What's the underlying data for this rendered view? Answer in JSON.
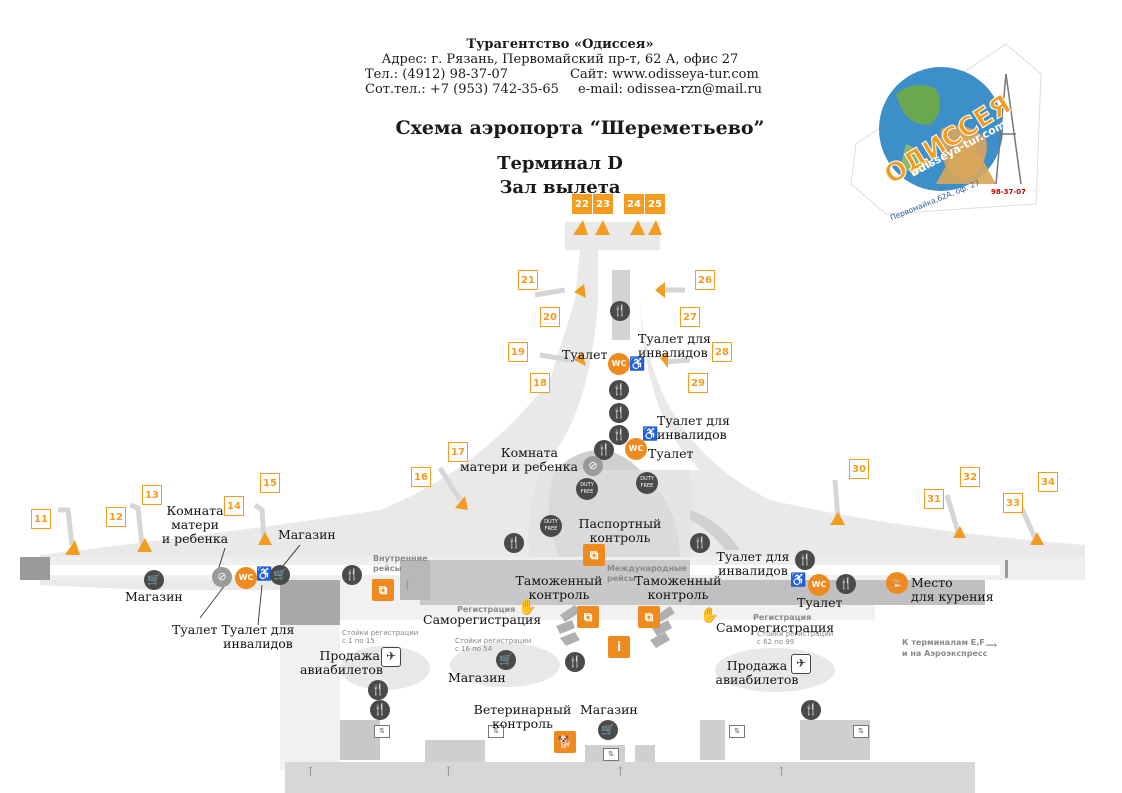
{
  "agency": {
    "name": "Турагентство «Одиссея»",
    "address": "Адрес: г. Рязань, Первомайский пр-т, 62 А, офис 27",
    "phone": "Тел.: (4912) 98-37-07",
    "site": "Сайт: www.odisseya-tur.com",
    "mobile": "Сот.тел.: +7 (953) 742-35-65",
    "email": "e-mail: odissea-rzn@mail.ru"
  },
  "logo": {
    "brand": "ОДИССЕЯ",
    "url": "odisseya-tur.com",
    "address": "Первомайка,62А, оф. 27",
    "phone": "98-37-07"
  },
  "titles": {
    "scheme": "Схема аэропорта “Шереметьево”",
    "terminal": "Терминал D",
    "hall": "Зал вылета"
  },
  "gates": [
    "11",
    "12",
    "13",
    "14",
    "15",
    "16",
    "17",
    "18",
    "19",
    "20",
    "21",
    "22",
    "23",
    "24",
    "25",
    "26",
    "27",
    "28",
    "29",
    "30",
    "31",
    "32",
    "33",
    "34"
  ],
  "labels": {
    "toilet": "Туалет",
    "toilet_disabled_1": "Туалет для",
    "toilet_disabled_2": "инвалидов",
    "mother_room_1": "Комната",
    "mother_room_2": "матери и ребенка",
    "mother_room_l1": "Комната",
    "mother_room_l2": "матери",
    "mother_room_l3": "и ребенка",
    "shop": "Магазин",
    "passport_1": "Паспортный",
    "passport_2": "контроль",
    "customs_1": "Таможенный",
    "customs_2": "контроль",
    "self_checkin": "Саморегистрация",
    "tickets_1": "Продажа",
    "tickets_2": "авиабилетов",
    "vet_1": "Ветеринарный",
    "vet_2": "контроль",
    "smoking_1": "Место",
    "smoking_2": "для курения",
    "domestic_1": "Внутренние",
    "domestic_2": "рейсы",
    "international": "Международные",
    "international_2": "рейсы",
    "registration": "Регистрация",
    "desks_1": "Стойки регистрации",
    "desks_1b": "с 1 по 15",
    "desks_2": "Стойки регистрации",
    "desks_2b": "с 16 по 54",
    "desks_3": "Стойки регистрации",
    "desks_3b": "с 62 по 99",
    "to_terminals_1": "К терминалам E,F",
    "to_terminals_2": "и на Аэроэкспресс",
    "duty_free_1": "DUTY",
    "duty_free_2": "FREE",
    "wc": "WC",
    "info": "i"
  }
}
